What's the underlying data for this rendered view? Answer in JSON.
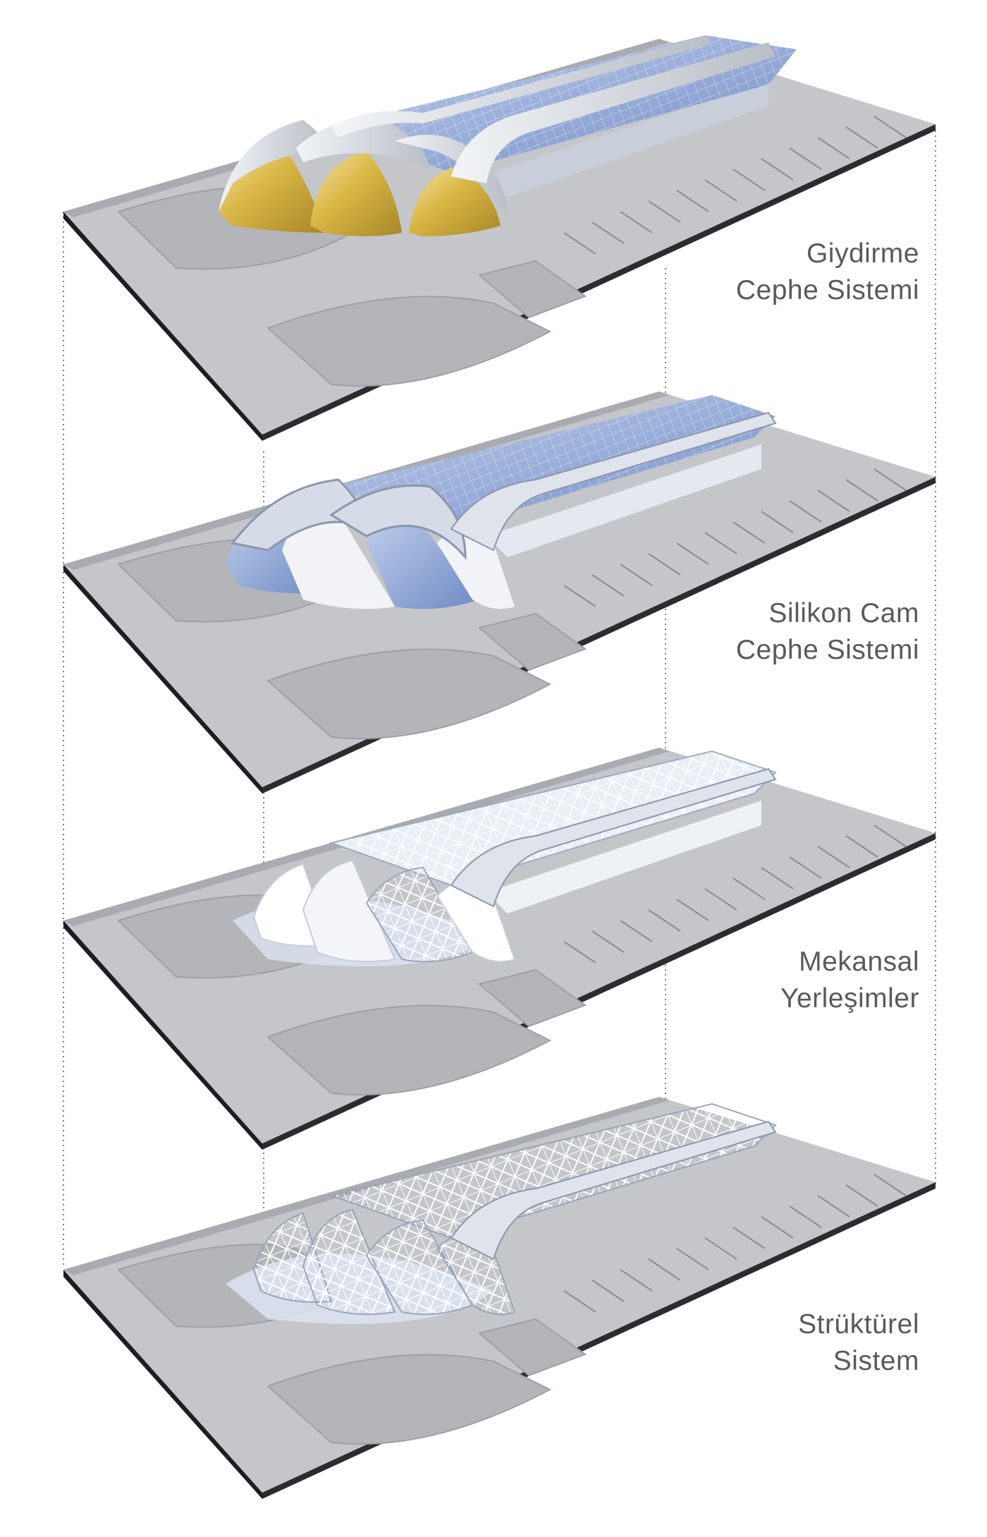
{
  "layers": [
    {
      "id": "cladding",
      "label_line1": "Giydirme",
      "label_line2": "Cephe Sistemi"
    },
    {
      "id": "glass",
      "label_line1": "Silikon Cam",
      "label_line2": "Cephe Sistemi"
    },
    {
      "id": "spatial",
      "label_line1": "Mekansal",
      "label_line2": "Yerleşimler"
    },
    {
      "id": "structural",
      "label_line1": "Strüktürel",
      "label_line2": "Sistem"
    }
  ],
  "colors": {
    "slab_top": "#c4c6ca",
    "slab_edge": "#1e1e22",
    "road": "#b0b2b6",
    "cladding_gold": "#d8b74a",
    "cladding_silver": "#d9dce2",
    "glass_blue": "#8ea6d6",
    "interior_white": "#f4f5f8",
    "steel": "#e8ecf3",
    "label_text": "#5a5a5a",
    "guide_line": "#555555"
  }
}
